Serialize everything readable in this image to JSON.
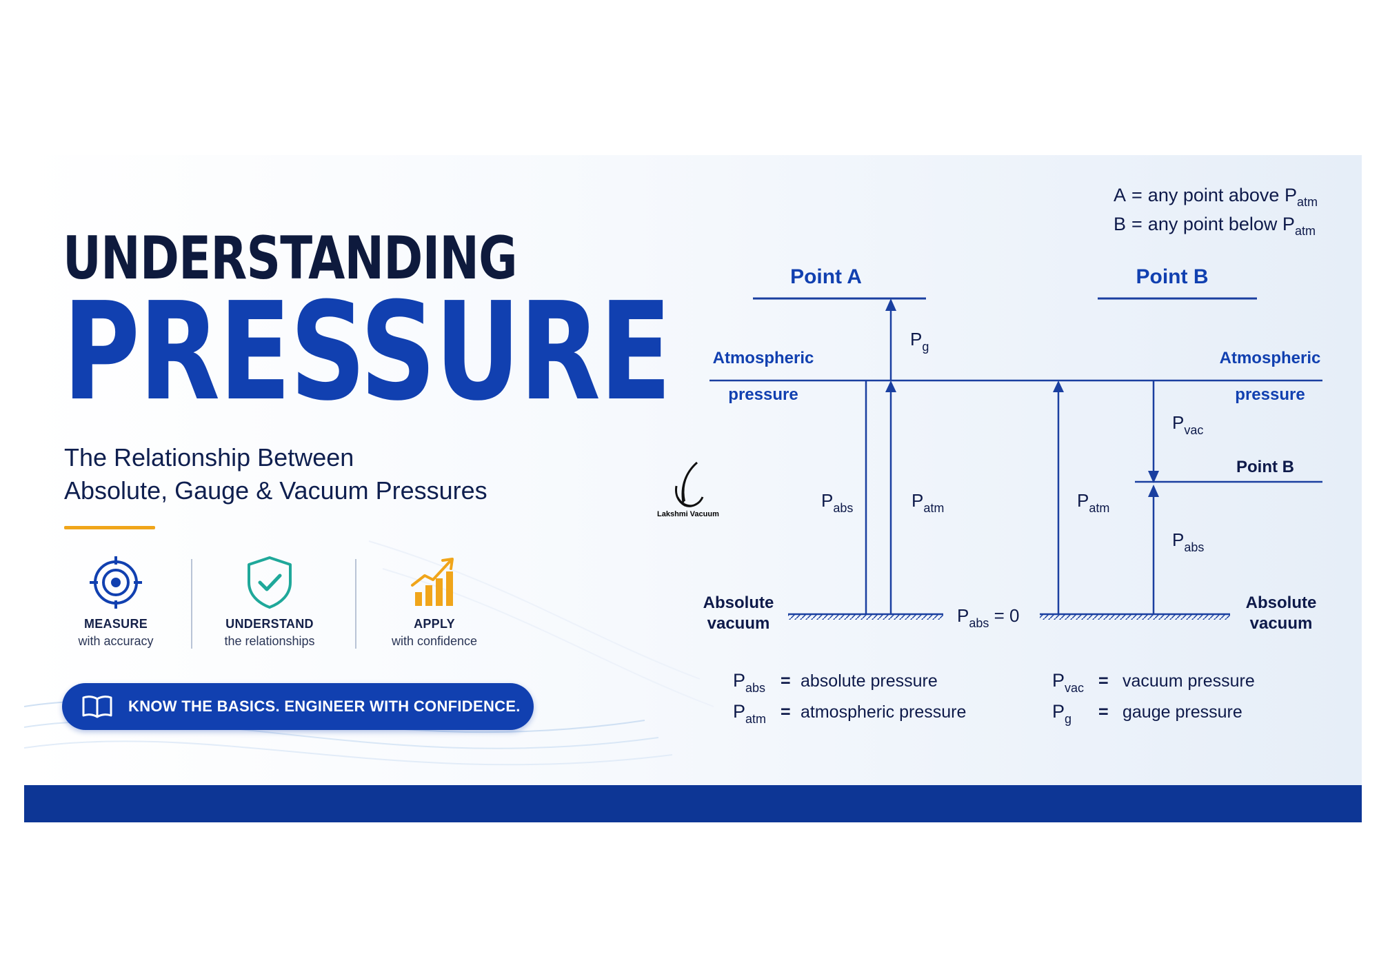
{
  "title": {
    "line1": "UNDERSTANDING",
    "line2": "PRESSURE"
  },
  "subtitle": {
    "line1": "The Relationship Between",
    "line2": "Absolute, Gauge & Vacuum Pressures"
  },
  "features": [
    {
      "icon": "target-icon",
      "title": "MEASURE",
      "subtitle": "with accuracy"
    },
    {
      "icon": "shield-check-icon",
      "title": "UNDERSTAND",
      "subtitle": "the relationships"
    },
    {
      "icon": "bar-growth-icon",
      "title": "APPLY",
      "subtitle": "with confidence"
    }
  ],
  "cta": {
    "icon": "open-book-icon",
    "label": "KNOW THE BASICS. ENGINEER WITH CONFIDENCE."
  },
  "logo": {
    "text": "Lakshmi Vacuum"
  },
  "diagram": {
    "legend_top": [
      {
        "letter": "A",
        "eq": "=",
        "text": "any point above P",
        "sub": "atm"
      },
      {
        "letter": "B",
        "eq": "=",
        "text": "any point below P",
        "sub": "atm"
      }
    ],
    "point_a": "Point A",
    "point_b_top": "Point B",
    "point_b_side": "Point B",
    "atm_left": {
      "line1": "Atmospheric",
      "line2": "pressure"
    },
    "atm_right": {
      "line1": "Atmospheric",
      "line2": "pressure"
    },
    "abs_vac_left": {
      "line1": "Absolute",
      "line2": "vacuum"
    },
    "abs_vac_right": {
      "line1": "Absolute",
      "line2": "vacuum"
    },
    "labels": {
      "pg": {
        "main": "P",
        "sub": "g"
      },
      "pabs_left": {
        "main": "P",
        "sub": "abs"
      },
      "patm_left": {
        "main": "P",
        "sub": "atm"
      },
      "patm_right": {
        "main": "P",
        "sub": "atm"
      },
      "pvac": {
        "main": "P",
        "sub": "vac"
      },
      "pabs_right": {
        "main": "P",
        "sub": "abs"
      },
      "pabs_zero": {
        "main": "P",
        "sub": "abs",
        "tail": " = 0"
      }
    },
    "definitions": [
      {
        "main": "P",
        "sub": "abs",
        "eq": "=",
        "text": "absolute pressure"
      },
      {
        "main": "P",
        "sub": "atm",
        "eq": "=",
        "text": "atmospheric pressure"
      },
      {
        "main": "P",
        "sub": "vac",
        "eq": "=",
        "text": "vacuum pressure"
      },
      {
        "main": "P",
        "sub": "g",
        "eq": "=",
        "text": "gauge pressure"
      }
    ]
  },
  "colors": {
    "brand_blue": "#1140b0",
    "navy": "#0e1a3d",
    "accent_orange": "#f0a51a",
    "teal": "#1fa89a",
    "bottom_bar": "#0d3695"
  }
}
